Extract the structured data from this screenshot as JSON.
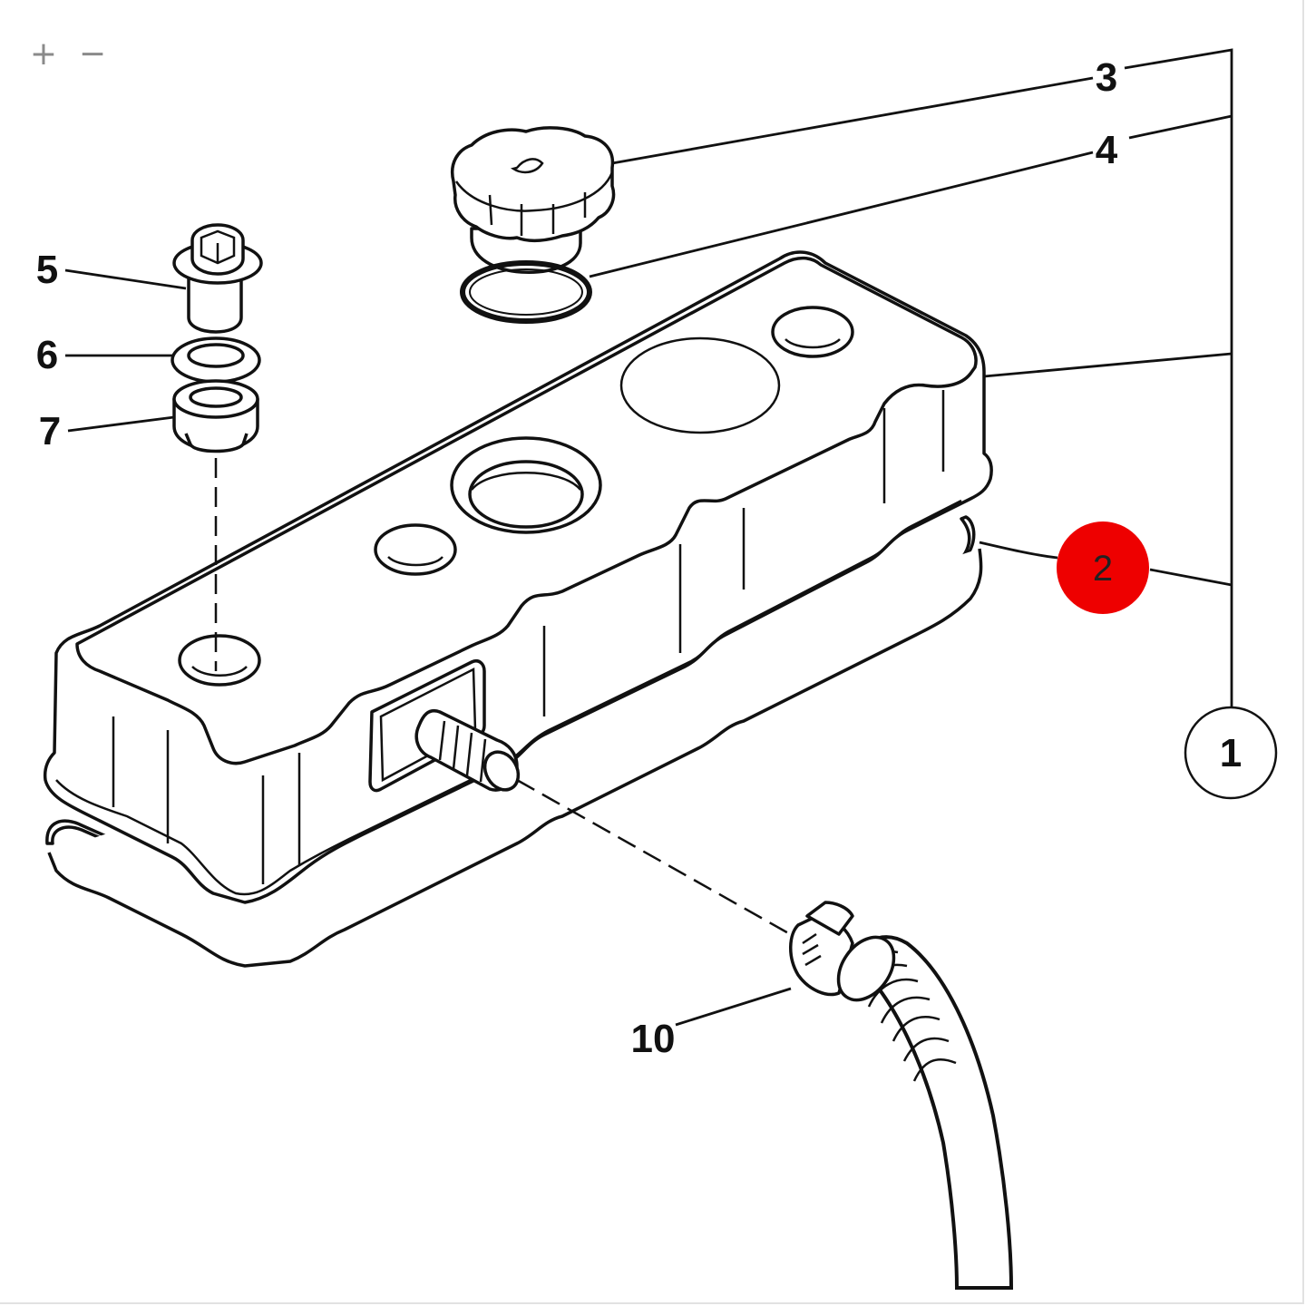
{
  "viewer": {
    "zoom_in_label": "+",
    "zoom_out_label": "−"
  },
  "callouts": [
    {
      "id": "1",
      "label": "1",
      "circled": true
    },
    {
      "id": "2",
      "label": "2",
      "selected": true
    },
    {
      "id": "3",
      "label": "3"
    },
    {
      "id": "4",
      "label": "4"
    },
    {
      "id": "5",
      "label": "5"
    },
    {
      "id": "6",
      "label": "6"
    },
    {
      "id": "7",
      "label": "7"
    },
    {
      "id": "10",
      "label": "10"
    }
  ],
  "colors": {
    "selected_marker": "#ee0000",
    "line": "#111111",
    "background": "#ffffff"
  }
}
